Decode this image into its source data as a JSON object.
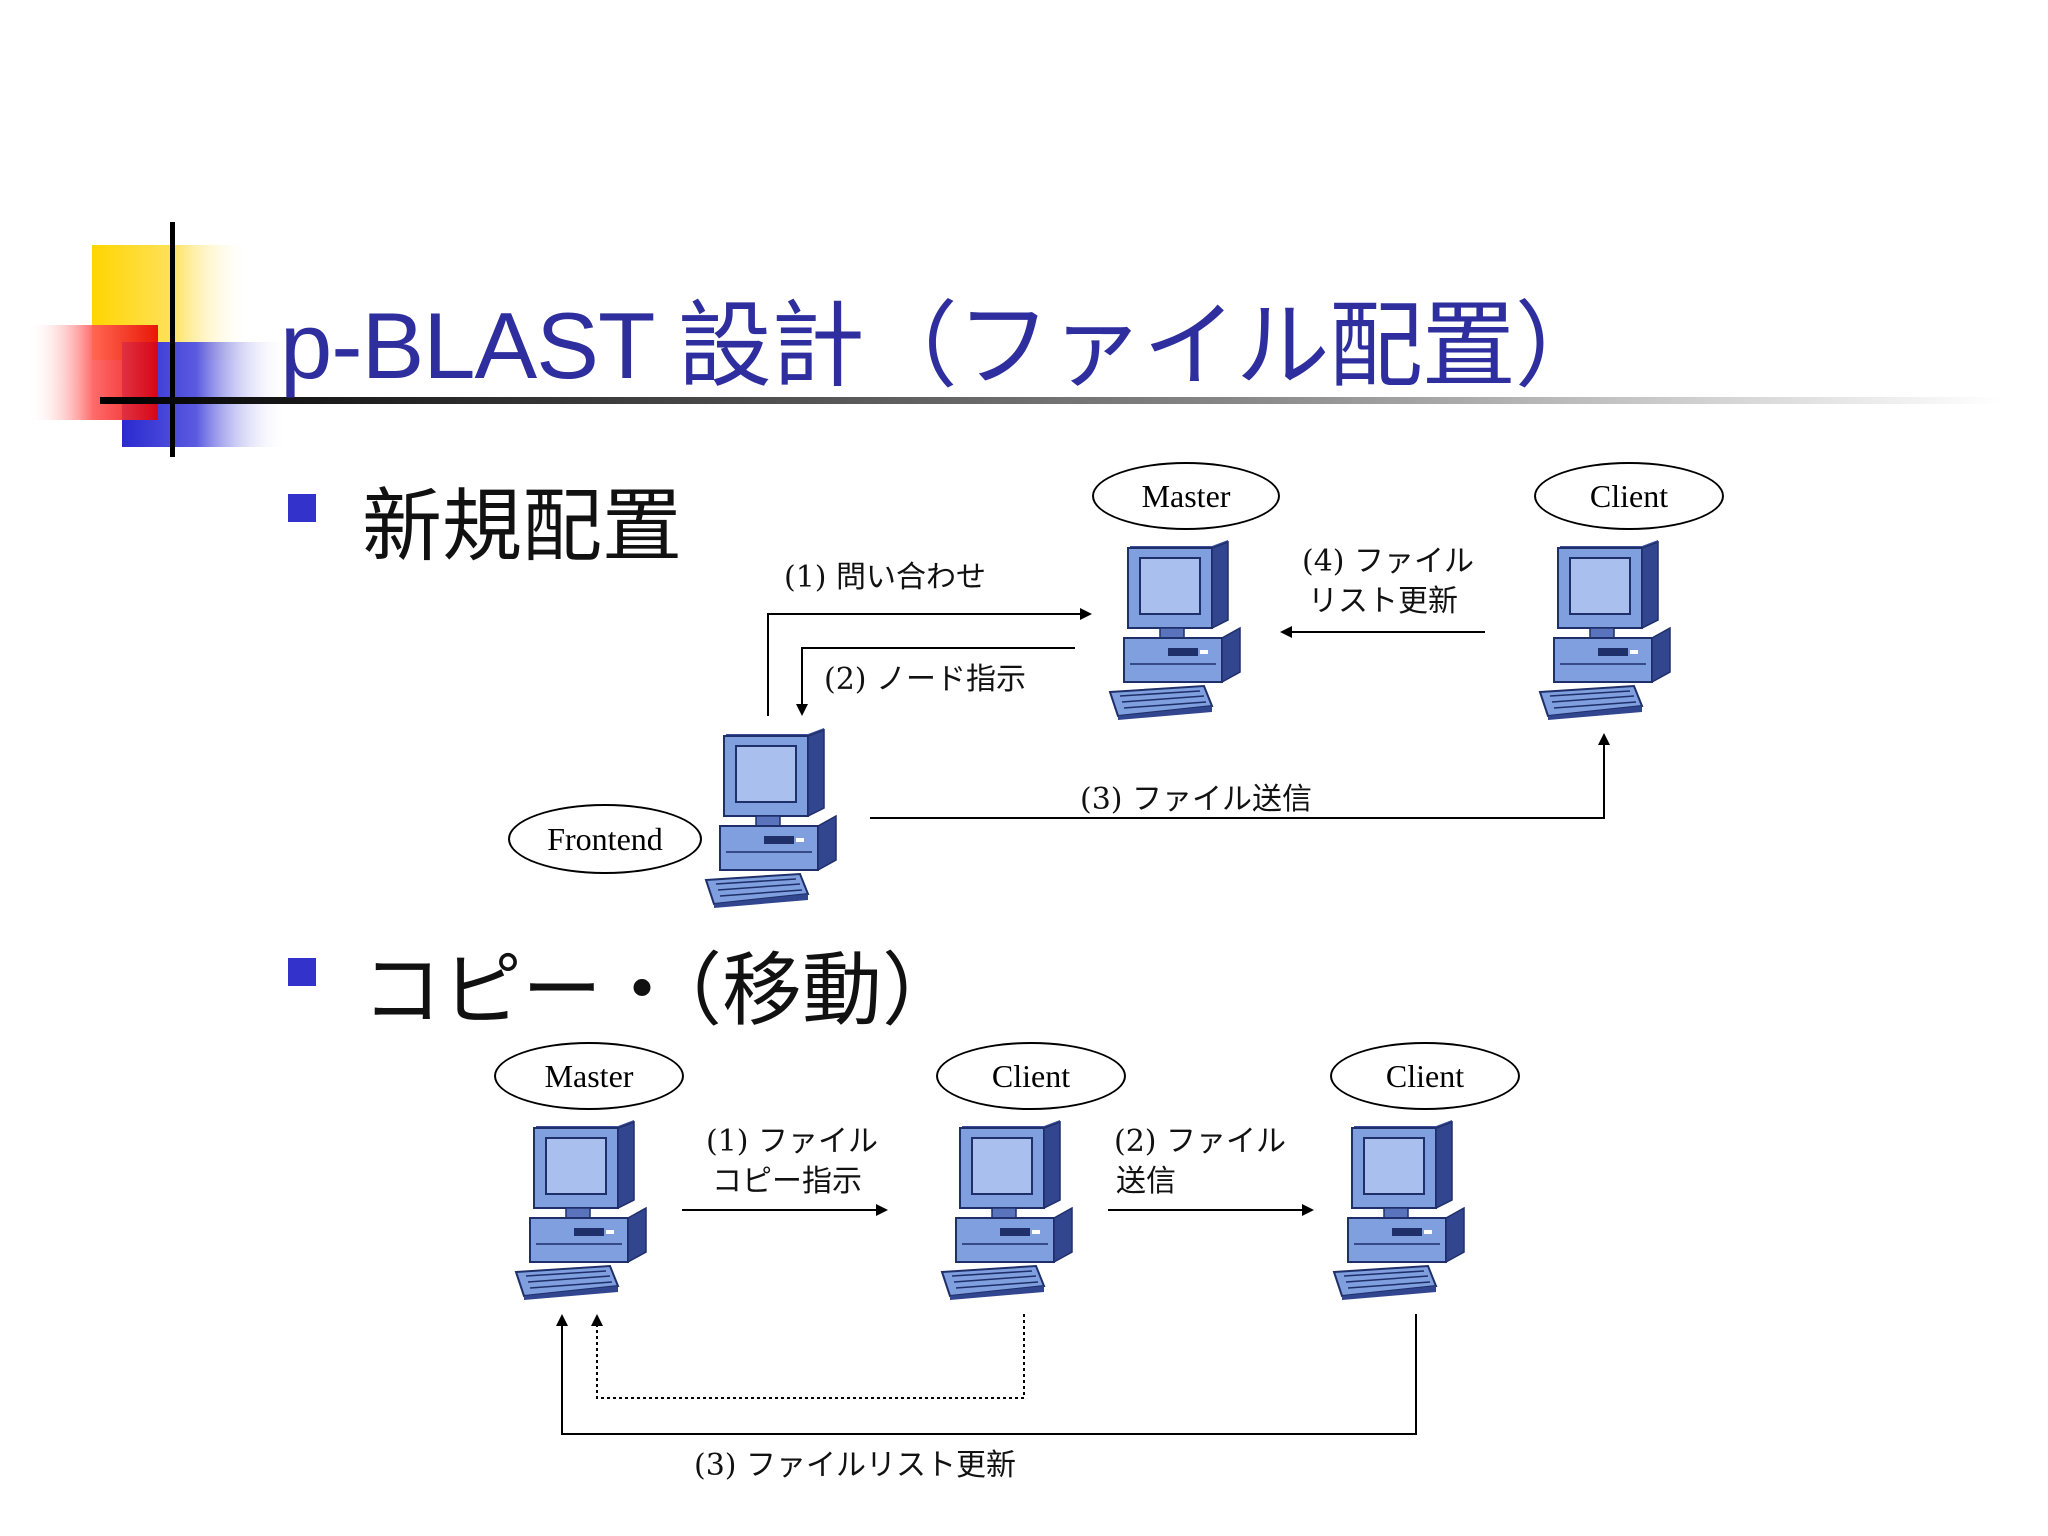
{
  "slide": {
    "title": "p-BLAST 設計（ファイル配置）",
    "sections": [
      {
        "label": "新規配置"
      },
      {
        "label": "コピー・（移動）"
      }
    ]
  },
  "diagram1": {
    "nodes": {
      "master": "Master",
      "client": "Client",
      "frontend": "Frontend"
    },
    "edges": {
      "e1": "(1) 問い合わせ",
      "e2": "(2) ノード指示",
      "e3": "(3) ファイル送信",
      "e4_line1": "(4) ファイル",
      "e4_line2": "リスト更新"
    }
  },
  "diagram2": {
    "nodes": {
      "master": "Master",
      "client1": "Client",
      "client2": "Client"
    },
    "edges": {
      "e1_line1": "(1) ファイル",
      "e1_line2": "コピー指示",
      "e2_line1": "(2) ファイル",
      "e2_line2": "送信",
      "e3": "(3) ファイルリスト更新"
    }
  },
  "colors": {
    "title": "#2e2e9e",
    "bullet": "#3333cc",
    "computer": "#7f9fdf",
    "computer_dark": "#3b4f9a"
  }
}
